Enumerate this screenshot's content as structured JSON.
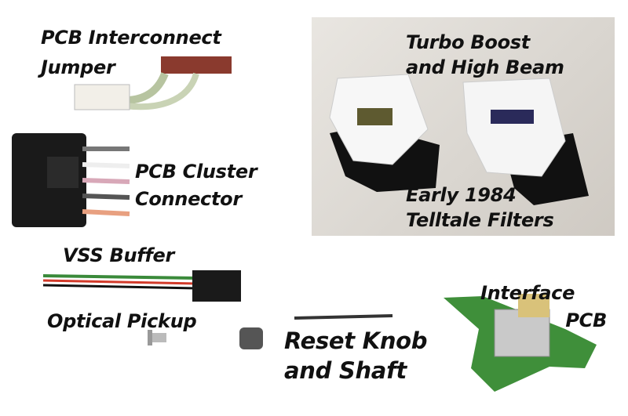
{
  "labels": {
    "jumper": [
      "PCB Interconnect",
      "Jumper"
    ],
    "cluster_connector": [
      "PCB Cluster",
      "Connector"
    ],
    "turbo_filters": [
      "Turbo Boost",
      "and High Beam"
    ],
    "telltale_filters": [
      "Early 1984",
      "Telltale Filters"
    ],
    "vss_buffer": "VSS Buffer",
    "optical_pickup": "Optical Pickup",
    "reset_knob": [
      "Reset Knob",
      "and Shaft"
    ],
    "interface_pcb": [
      "Interface",
      "PCB"
    ]
  },
  "colors": {
    "photo_bg": "#dcd8d2",
    "pcb_green": "#3f8f3a",
    "connector_black": "#1a1a1a",
    "jumper_red": "#8a3a2e"
  }
}
